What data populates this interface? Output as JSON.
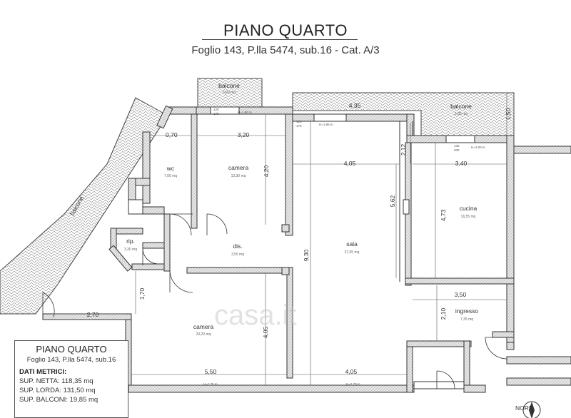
{
  "title": "PIANO QUARTO",
  "subtitle": "Foglio 143, P.lla 5474, sub.16 - Cat. A/3",
  "legend": {
    "title": "PIANO QUARTO",
    "subtitle": "Foglio 143, P.lla 5474, sub.16",
    "header": "DATI METRICI:",
    "rows": [
      "SUP. NETTA: 118,35 mq",
      "SUP. LORDA: 131,50 mq",
      "SUP. BALCONI: 19,85 mq"
    ]
  },
  "rooms": {
    "balcone_top": {
      "name": "balcone",
      "area": "6,00 mq"
    },
    "balcone_right": {
      "name": "balcone",
      "area": "5,85 mq"
    },
    "balcone_left": {
      "name": "balcone"
    },
    "wc": {
      "name": "wc",
      "area": "7,00 mq"
    },
    "camera1": {
      "name": "camera",
      "area": "13,30 mq"
    },
    "cucina": {
      "name": "cucina",
      "area": "16,55 mq"
    },
    "rip": {
      "name": "rip.",
      "area": "3,30 mq"
    },
    "dis": {
      "name": "dis.",
      "area": "3,50 mq"
    },
    "sala": {
      "name": "sala",
      "area": "37,65 mq"
    },
    "ingresso": {
      "name": "ingresso",
      "area": "7,35 mq"
    },
    "camera2": {
      "name": "camera",
      "area": "20,20 mq"
    }
  },
  "dims": {
    "d070": "0,70",
    "d320": "3,20",
    "d420": "4,20",
    "d435": "4,35",
    "d150": "1,50",
    "d212": "2,12",
    "d405a": "4,05",
    "d340": "3,40",
    "d562": "5,62",
    "d473": "4,73",
    "d930": "9,30",
    "d350": "3,50",
    "d170": "1,70",
    "d270": "2,70",
    "d210": "2,10",
    "d405b": "4,05",
    "d550": "5,50",
    "d405c": "4,05"
  },
  "sills": {
    "s1": "H=1,90 m",
    "s2": "H=1,95 m",
    "s3": "H=2,00 m",
    "s4": "H=2,70 m",
    "s5": "H=2,70 m",
    "w1": "120",
    "w1b": "175",
    "w2": "120",
    "w2b": "175",
    "w3": "135",
    "w3b": "200"
  },
  "north": "NORD",
  "watermark": "casa.it"
}
